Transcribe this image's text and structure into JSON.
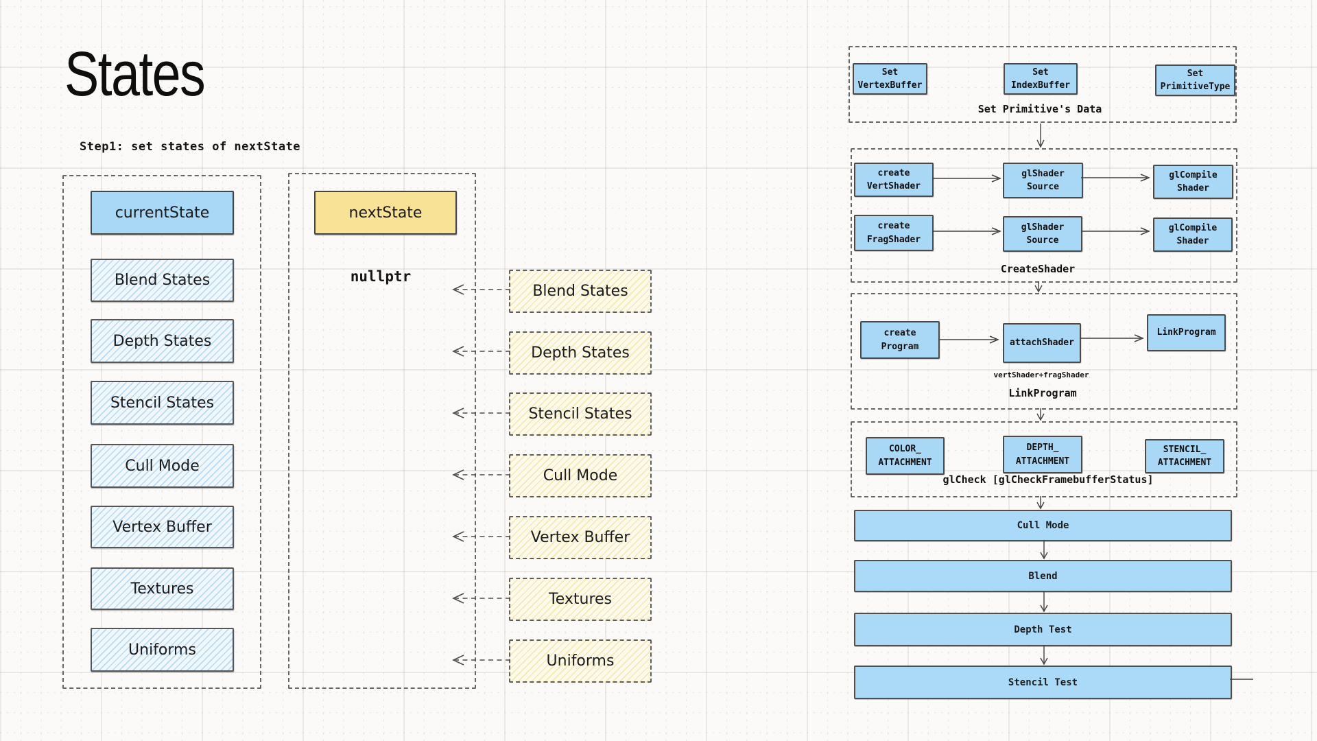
{
  "title": "States",
  "step_note": "Step1: set states of nextState",
  "colors": {
    "solid_blue": "#a9d7f6",
    "solid_yellow": "#f8e295",
    "bar_blue": "#abd9f8",
    "hatch_blue_bg": "#f0f7fd",
    "hatch_yellow_bg": "#fdfaeb"
  },
  "left_panel": {
    "current": "currentState",
    "items": [
      "Blend States",
      "Depth States",
      "Stencil States",
      "Cull Mode",
      "Vertex Buffer",
      "Textures",
      "Uniforms"
    ]
  },
  "next_panel": {
    "title": "nextState",
    "value": "nullptr"
  },
  "pending": {
    "items": [
      "Blend States",
      "Depth States",
      "Stencil States",
      "Cull Mode",
      "Vertex Buffer",
      "Textures",
      "Uniforms"
    ]
  },
  "pipeline": {
    "primitive": {
      "boxes": [
        {
          "l1": "Set",
          "l2": "VertexBuffer"
        },
        {
          "l1": "Set",
          "l2": "IndexBuffer"
        },
        {
          "l1": "Set",
          "l2": "PrimitiveType"
        }
      ],
      "label": "Set Primitive's Data"
    },
    "create_shader": {
      "rows": [
        [
          {
            "l1": "create",
            "l2": "VertShader"
          },
          {
            "l1": "glShader",
            "l2": "Source"
          },
          {
            "l1": "glCompile",
            "l2": "Shader"
          }
        ],
        [
          {
            "l1": "create",
            "l2": "FragShader"
          },
          {
            "l1": "glShader",
            "l2": "Source"
          },
          {
            "l1": "glCompile",
            "l2": "Shader"
          }
        ]
      ],
      "label": "CreateShader"
    },
    "link_program": {
      "boxes": [
        {
          "l1": "create",
          "l2": "Program"
        },
        {
          "l1": "attachShader"
        },
        {
          "l1": "LinkProgram"
        }
      ],
      "note": "vertShader+fragShader",
      "label": "LinkProgram"
    },
    "framebuffer": {
      "boxes": [
        {
          "l1": "COLOR_",
          "l2": "ATTACHMENT"
        },
        {
          "l1": "DEPTH_",
          "l2": "ATTACHMENT"
        },
        {
          "l1": "STENCIL_",
          "l2": "ATTACHMENT"
        }
      ],
      "label": "glCheck [glCheckFramebufferStatus]"
    },
    "bars": [
      "Cull Mode",
      "Blend",
      "Depth Test",
      "Stencil Test"
    ]
  }
}
